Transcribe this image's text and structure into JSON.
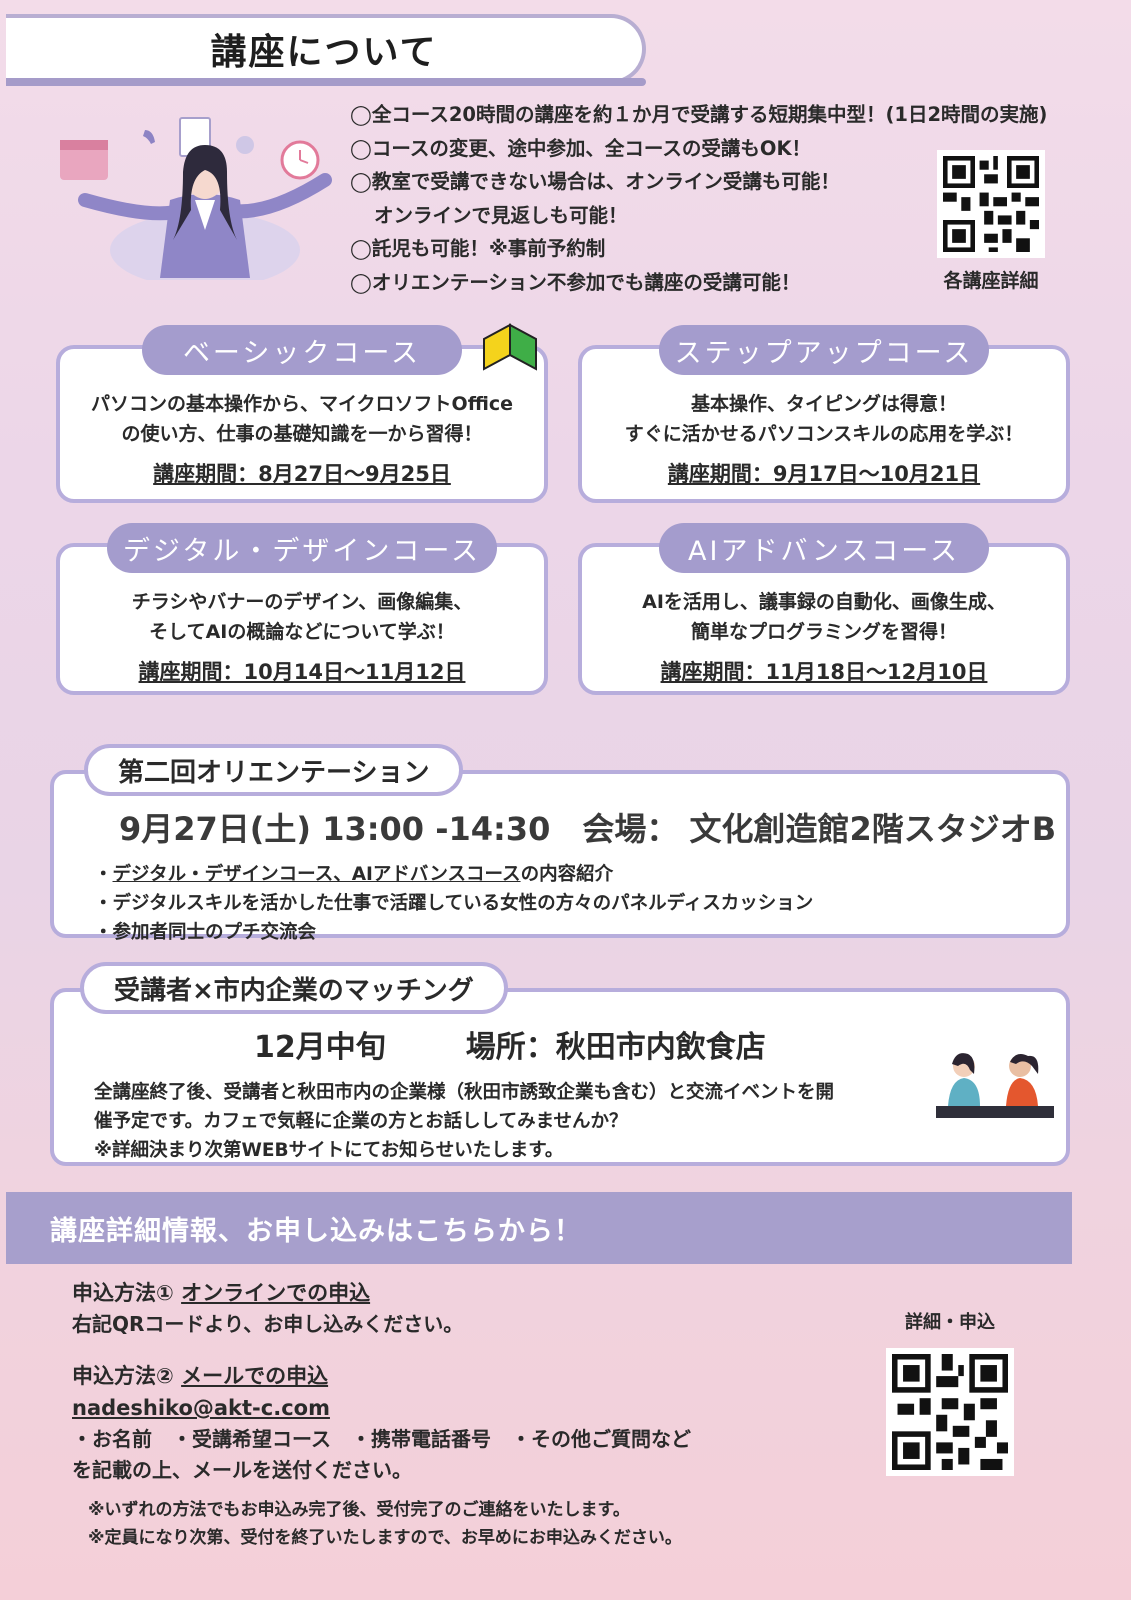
{
  "header": {
    "title": "講座について"
  },
  "intro": {
    "lines": [
      "◯全コース20時間の講座を約１か月で受講する短期集中型！(1日2時間の実施)",
      "◯コースの変更、途中参加、全コースの受講もOK！",
      "◯教室で受講できない場合は、オンライン受講も可能！",
      "オンラインで見返しも可能！",
      "◯託児も可能！※事前予約制",
      "◯オリエンテーション不参加でも講座の受講可能！"
    ],
    "qr_caption": "各講座詳細"
  },
  "courses": [
    {
      "name": "ベーシックコース",
      "line1": "パソコンの基本操作から、マイクロソフトOffice",
      "line2": "の使い方、仕事の基礎知識を一から習得！",
      "period": "講座期間：8月27日～9月25日"
    },
    {
      "name": "ステップアップコース",
      "line1": "基本操作、タイピングは得意！",
      "line2": "すぐに活かせるパソコンスキルの応用を学ぶ！",
      "period": "講座期間：9月17日～10月21日"
    },
    {
      "name": "デジタル・デザインコース",
      "line1": "チラシやバナーのデザイン、画像編集、",
      "line2": "そしてAIの概論などについて学ぶ！",
      "period": "講座期間：10月14日～11月12日"
    },
    {
      "name": "AIアドバンスコース",
      "line1": "AIを活用し、議事録の自動化、画像生成、",
      "line2": "簡単なプログラミングを習得！",
      "period": "講座期間：11月18日～12月10日"
    }
  ],
  "orientation": {
    "title": "第二回オリエンテーション",
    "main": "9月27日(土) 13:00 -14:30　会場： 文化創造館2階スタジオB",
    "bullet1_link": "デジタル・デザインコース、AIアドバンスコース",
    "bullet1_rest": "の内容紹介",
    "bullet2": "デジタルスキルを活かした仕事で活躍している女性の方々のパネルディスカッション",
    "bullet3": "参加者同士のプチ交流会",
    "bullet_mark": "・"
  },
  "matching": {
    "title": "受講者×市内企業のマッチング",
    "date": "12月中旬",
    "place": "場所：秋田市内飲食店",
    "text1": "全講座終了後、受講者と秋田市内の企業様（秋田市誘致企業も含む）と交流イベントを開",
    "text2": "催予定です。カフェで気軽に企業の方とお話ししてみませんか？",
    "text3": "※詳細決まり次第WEBサイトにてお知らせいたします。"
  },
  "banner": {
    "text": "講座詳細情報、お申し込みはこちらから！"
  },
  "apply": {
    "method1_label": "申込方法①",
    "method1_link": "オンラインでの申込",
    "method1_text": "右記QRコードより、お申し込みください。",
    "method2_label": "申込方法②",
    "method2_link": "メールでの申込",
    "email": "nadeshiko@akt-c.com",
    "fields": "・お名前　・受講希望コース　・携帯電話番号　・その他ご質問など",
    "send": "を記載の上、メールを送付ください。",
    "note1": "※いずれの方法でもお申込み完了後、受付完了のご連絡をいたします。",
    "note2": "※定員になり次第、受付を終了いたしますので、お早めにお申込みください。",
    "qr_caption": "詳細・申込"
  },
  "colors": {
    "accent": "#a49ccd",
    "border": "#b7addc"
  }
}
